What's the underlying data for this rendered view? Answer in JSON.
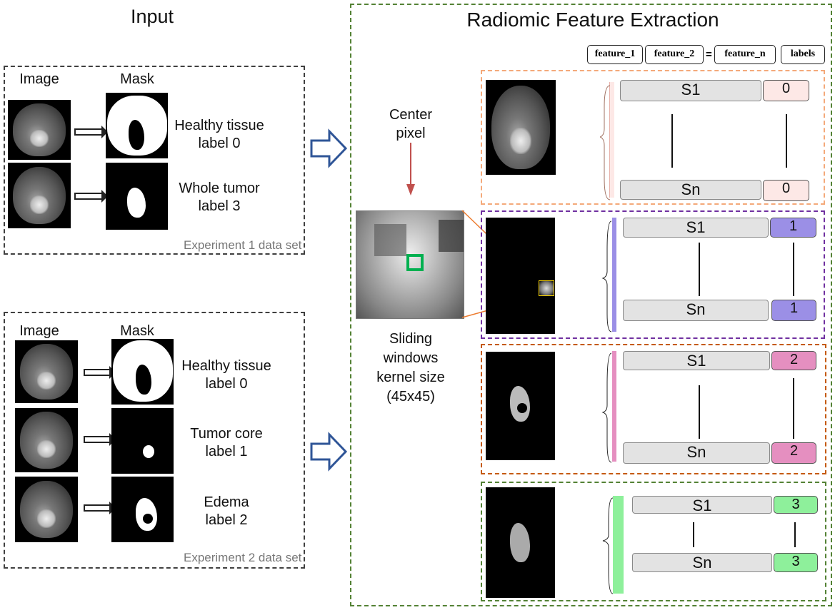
{
  "input": {
    "title": "Input",
    "exp1": {
      "image_label": "Image",
      "mask_label": "Mask",
      "rows": [
        {
          "class": "Healthy tissue",
          "label": "label 0"
        },
        {
          "class": "Whole tumor",
          "label": "label 3"
        }
      ],
      "caption": "Experiment 1 data set"
    },
    "exp2": {
      "image_label": "Image",
      "mask_label": "Mask",
      "rows": [
        {
          "class": "Healthy tissue",
          "label": "label 0"
        },
        {
          "class": "Tumor core",
          "label": "label 1"
        },
        {
          "class": "Edema",
          "label": "label 2"
        }
      ],
      "caption": "Experiment 2 data set"
    }
  },
  "extraction": {
    "title": "Radiomic Feature Extraction",
    "header": [
      "feature_1",
      "feature_2",
      "=",
      "feature_n",
      "labels"
    ],
    "center_pixel": [
      "Center",
      "pixel"
    ],
    "sliding": [
      "Sliding",
      "windows",
      "kernel size",
      "(45x45)"
    ],
    "panels": [
      {
        "first": "S1",
        "last": "Sn",
        "label": "0",
        "color": "#fde8e6",
        "border": "#f4a97a"
      },
      {
        "first": "S1",
        "last": "Sn",
        "label": "1",
        "color": "#9b8fe6",
        "border": "#7030a0"
      },
      {
        "first": "S1",
        "last": "Sn",
        "label": "2",
        "color": "#e58fc0",
        "border": "#c55a11"
      },
      {
        "first": "S1",
        "last": "Sn",
        "label": "3",
        "color": "#8ef09b",
        "border": "#548235"
      }
    ]
  }
}
